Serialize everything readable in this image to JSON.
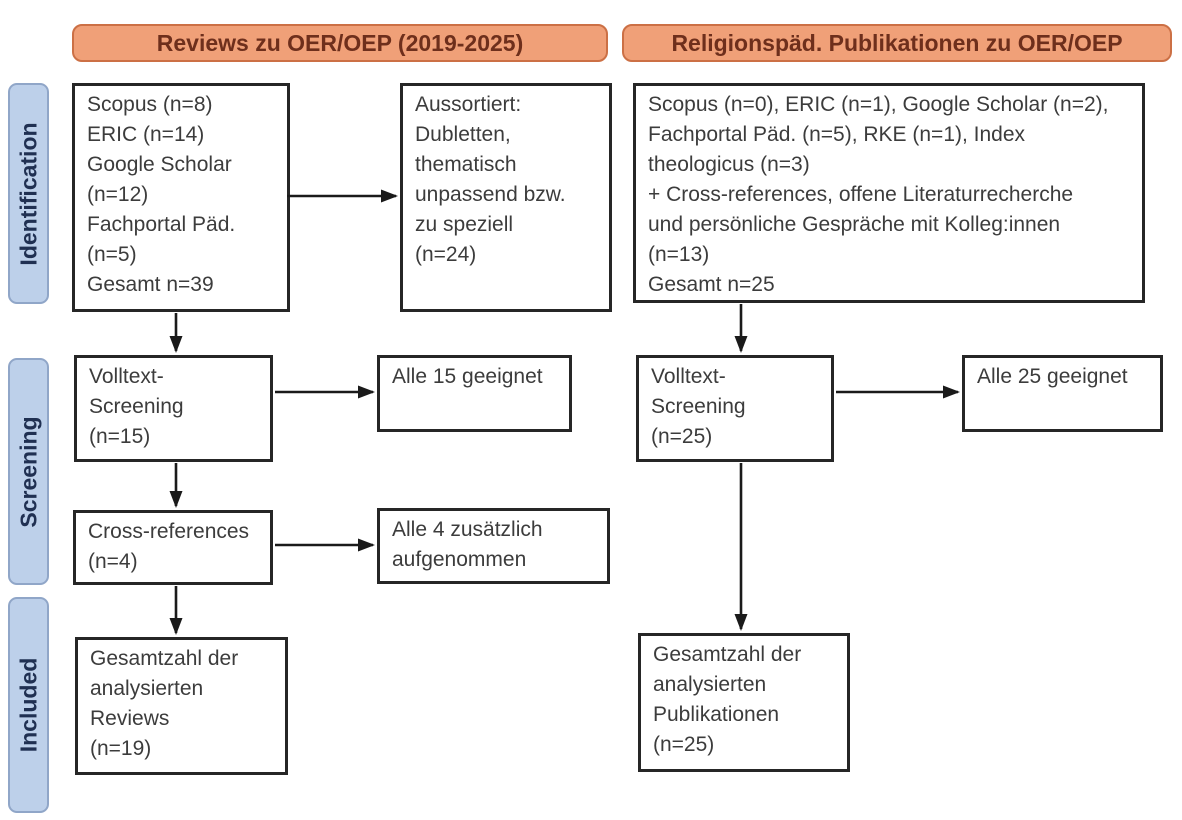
{
  "figure": {
    "description": "PRISMA-style flow diagram of a literature review with two columns"
  },
  "colors": {
    "page_bg": "#FFFFFF",
    "header_fill": "#F0A078",
    "header_border": "#CC7045",
    "header_text": "#6E2F1C",
    "stage_fill": "#BDD0EA",
    "stage_border": "#90A6C8",
    "stage_text": "#203052",
    "box_border": "#262626",
    "box_text": "#3C3C3C",
    "arrow": "#1A1A1A"
  },
  "headers": {
    "left": "Reviews zu OER/OEP (2019-2025)",
    "right": "Religionspäd. Publikationen zu OER/OEP"
  },
  "stages": {
    "identification": "Identification",
    "screening": "Screening",
    "included": "Included"
  },
  "left_flow": {
    "sources": "Scopus (n=8)\nERIC (n=14)\nGoogle Scholar\n(n=12)\nFachportal Päd.\n(n=5)\nGesamt n=39",
    "excluded": "Aussortiert:\nDubletten,\nthematisch\nunpassend bzw.\nzu speziell\n(n=24)",
    "fulltext": "Volltext-\nScreening\n(n=15)",
    "fulltext_result": "Alle 15 geeignet",
    "crossref": "Cross-references\n(n=4)",
    "crossref_result": "Alle 4 zusätzlich\naufgenommen",
    "total": "Gesamtzahl der\nanalysierten\nReviews\n(n=19)"
  },
  "right_flow": {
    "sources": "Scopus (n=0), ERIC (n=1), Google Scholar (n=2),\nFachportal Päd. (n=5), RKE (n=1), Index\ntheologicus (n=3)\n+ Cross-references, offene Literaturrecherche\nund persönliche Gespräche mit Kolleg:innen\n(n=13)\nGesamt n=25",
    "fulltext": "Volltext-\nScreening\n(n=25)",
    "fulltext_result": "Alle 25 geeignet",
    "total": "Gesamtzahl der\nanalysierten\nPublikationen\n(n=25)"
  }
}
